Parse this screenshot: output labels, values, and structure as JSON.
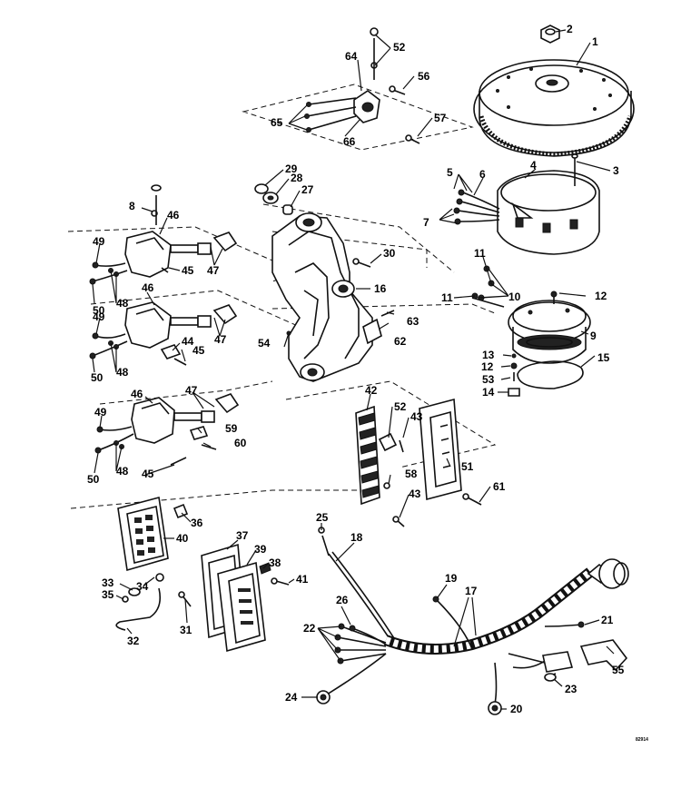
{
  "figure_id": "82914",
  "callouts": [
    "1",
    "2",
    "3",
    "4",
    "5",
    "6",
    "7",
    "8",
    "9",
    "10",
    "11",
    "12",
    "13",
    "14",
    "15",
    "16",
    "17",
    "18",
    "19",
    "20",
    "21",
    "22",
    "23",
    "24",
    "25",
    "26",
    "27",
    "28",
    "29",
    "30",
    "31",
    "32",
    "33",
    "34",
    "35",
    "36",
    "37",
    "38",
    "39",
    "40",
    "41",
    "42",
    "43",
    "44",
    "45",
    "46",
    "47",
    "48",
    "49",
    "50",
    "51",
    "52",
    "53",
    "54",
    "55",
    "56",
    "57",
    "58",
    "59",
    "60",
    "61",
    "62",
    "63",
    "64",
    "65",
    "66"
  ]
}
